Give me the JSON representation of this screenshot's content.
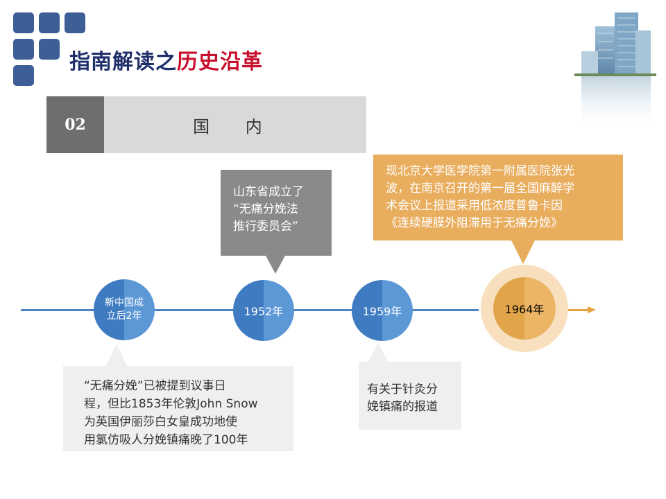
{
  "header": {
    "title_prefix": "指南解读之",
    "title_highlight": "历史沿革"
  },
  "section": {
    "number": "02",
    "title": "国 内"
  },
  "timeline": {
    "nodes": [
      {
        "label_lines": [
          "新中国成",
          "立后2年"
        ]
      },
      {
        "label": "1952年"
      },
      {
        "label": "1959年"
      },
      {
        "label": "1964年"
      }
    ]
  },
  "callouts": {
    "c1952": {
      "lines": [
        "山东省成立了",
        "“无痛分娩法",
        "推行委员会”"
      ]
    },
    "c1964": {
      "lines": [
        "现北京大学医学院第一附属医院张光",
        "波，在南京召开的第一届全国麻醉学",
        "术会议上报道采用低浓度普鲁卡因",
        "《连续硬膜外阻滞用于无痛分娩》"
      ]
    },
    "c1951": {
      "lines": [
        "“无痛分娩”已被提到议事日",
        "程，但比1853年伦敦John Snow",
        "为英国伊丽莎白女皇成功地使",
        "用氯仿吸人分娩镇痛晚了100年"
      ]
    },
    "c1959": {
      "lines": [
        "有关于针灸分",
        "娩镇痛的报道"
      ]
    }
  },
  "colors": {
    "navy_title": "#1f2f6b",
    "red_title": "#c8102e",
    "timeline_blue": "#4a84c5",
    "accent_orange": "#e9ad5e",
    "callout_gray": "#8a8a8a"
  },
  "icons": {
    "logo": "blue-squares-grid-icon",
    "building": "office-building-image"
  }
}
